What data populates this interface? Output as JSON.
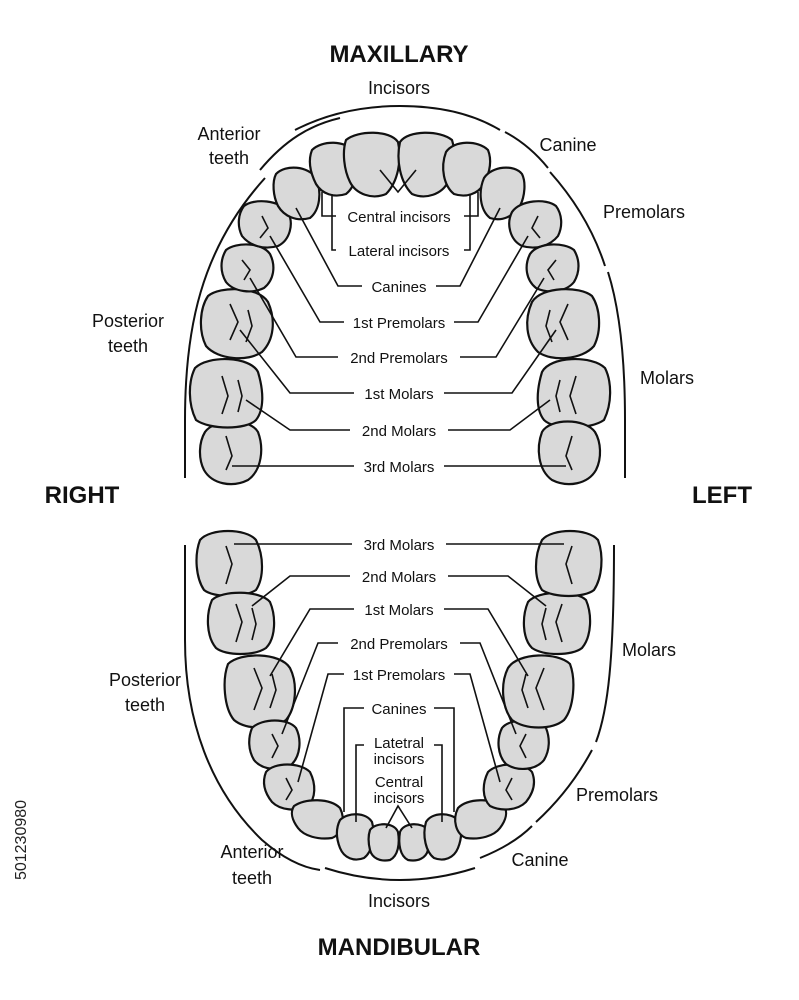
{
  "headers": {
    "top": "MAXILLARY",
    "bottom": "MANDIBULAR",
    "right": "RIGHT",
    "left": "LEFT"
  },
  "maxillary": {
    "tooth_labels": [
      "Central incisors",
      "Lateral incisors",
      "Canines",
      "1st Premolars",
      "2nd Premolars",
      "1st Molars",
      "2nd Molars",
      "3rd Molars"
    ],
    "groups": {
      "incisors": "Incisors",
      "canine": "Canine",
      "premolars": "Premolars",
      "molars": "Molars",
      "anterior": [
        "Anterior",
        "teeth"
      ],
      "posterior": [
        "Posterior",
        "teeth"
      ]
    }
  },
  "mandibular": {
    "tooth_labels": [
      "3rd Molars",
      "2nd Molars",
      "1st Molars",
      "2nd Premolars",
      "1st Premolars",
      "Canines",
      "Latetral",
      "incisors",
      "Central",
      "incisors"
    ],
    "groups": {
      "incisors": "Incisors",
      "canine": "Canine",
      "premolars": "Premolars",
      "molars": "Molars",
      "anterior": [
        "Anterior",
        "teeth"
      ],
      "posterior": [
        "Posterior",
        "teeth"
      ]
    }
  },
  "stock_id": "501230980",
  "colors": {
    "tooth_fill": "#d9d9d9",
    "outline": "#111111",
    "background": "#ffffff"
  }
}
